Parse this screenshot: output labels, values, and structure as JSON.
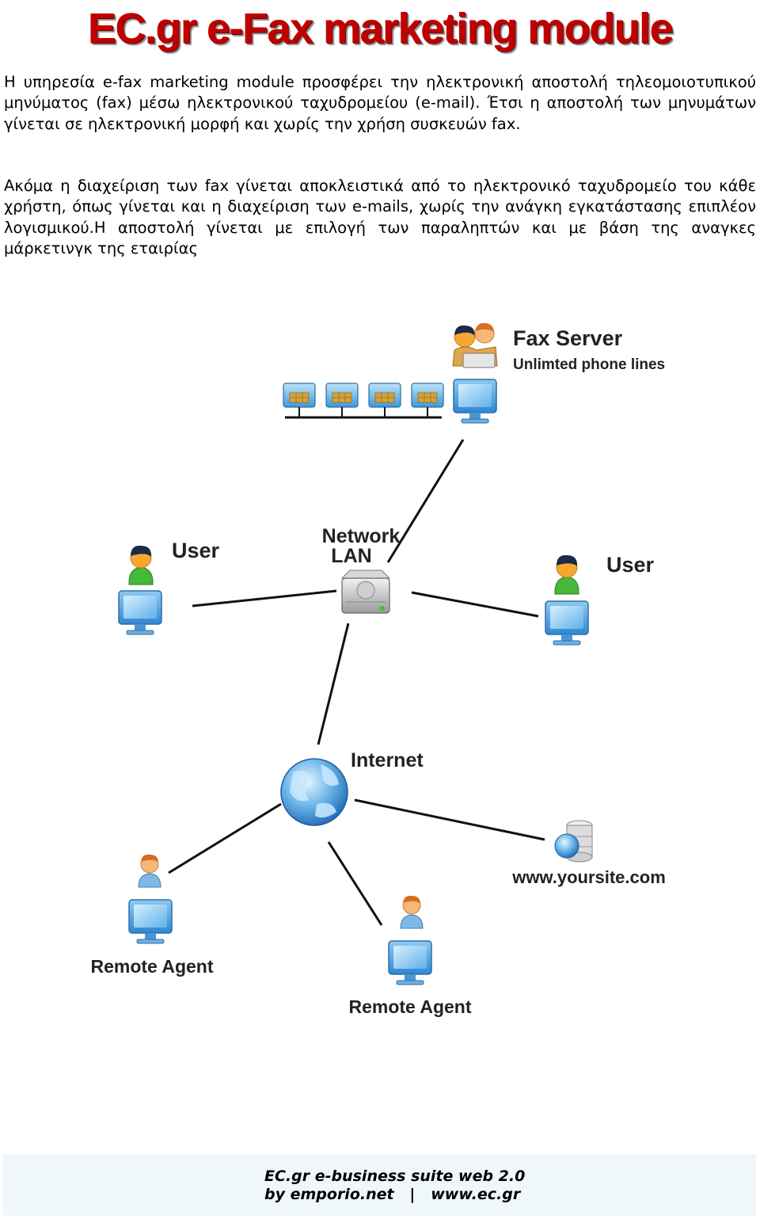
{
  "header": {
    "banner": "EC.gr e-Fax marketing module"
  },
  "body": {
    "paragraph1": "Η υπηρεσία e-fax marketing module προσφέρει την ηλεκτρονική αποστολή τηλεομοιοτυπικού μηνύματος (fax) μέσω ηλεκτρονικού ταχυδρομείου (e-mail). Έτσι η αποστολή των μηνυμάτων γίνεται σε ηλεκτρονική μορφή και χωρίς την χρήση συσκευών fax.",
    "paragraph2": "Ακόμα η διαχείριση των fax γίνεται αποκλειστικά από το ηλεκτρονικό ταχυδρομείο του κάθε χρήστη, όπως γίνεται και η διαχείριση των e-mails, χωρίς την ανάγκη εγκατάστασης επιπλέον λογισμικού.Η αποστολή γίνεται με επιλογή των παραληπτών και με βάση της αναγκες μάρκετινγκ της εταιρίας"
  },
  "diagram": {
    "fax_server": "Fax Server",
    "fax_server_sub": "Unlimted phone lines",
    "network_line1": "Network",
    "network_line2": "LAN",
    "user_left": "User",
    "user_right": "User",
    "internet": "Internet",
    "website": "www.yoursite.com",
    "remote_agent_left": "Remote Agent",
    "remote_agent_right": "Remote Agent"
  },
  "footer": {
    "line1": "EC.gr e-business suite web 2.0",
    "line2": "by emporio.net   |   www.ec.gr"
  },
  "colors": {
    "banner_red": "#c00000",
    "monitor_blue": "#3a8fd6",
    "footer_bg": "#f0f7fb"
  }
}
